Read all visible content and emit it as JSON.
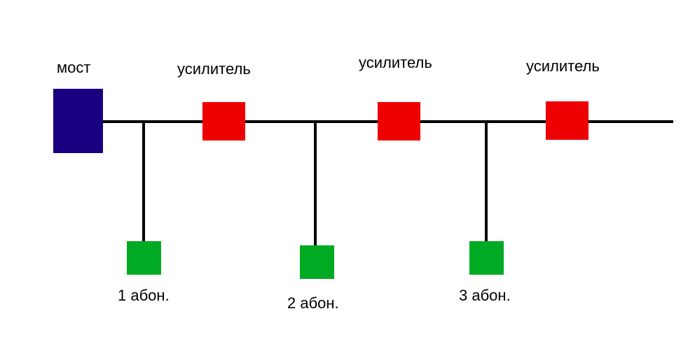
{
  "colors": {
    "background": "#ffffff",
    "line": "#000000",
    "bridge": "#1a0080",
    "amplifier": "#ee0000",
    "subscriber": "#00aa22"
  },
  "bridge": {
    "label": "мост",
    "shape": "rectangle"
  },
  "amplifiers": [
    {
      "label": "усилитель",
      "shape": "square"
    },
    {
      "label": "усилитель",
      "shape": "square"
    },
    {
      "label": "усилитель",
      "shape": "square"
    }
  ],
  "subscribers": [
    {
      "label": "1 абон.",
      "shape": "square"
    },
    {
      "label": "2 абон.",
      "shape": "square"
    },
    {
      "label": "3 абон.",
      "shape": "square"
    }
  ]
}
